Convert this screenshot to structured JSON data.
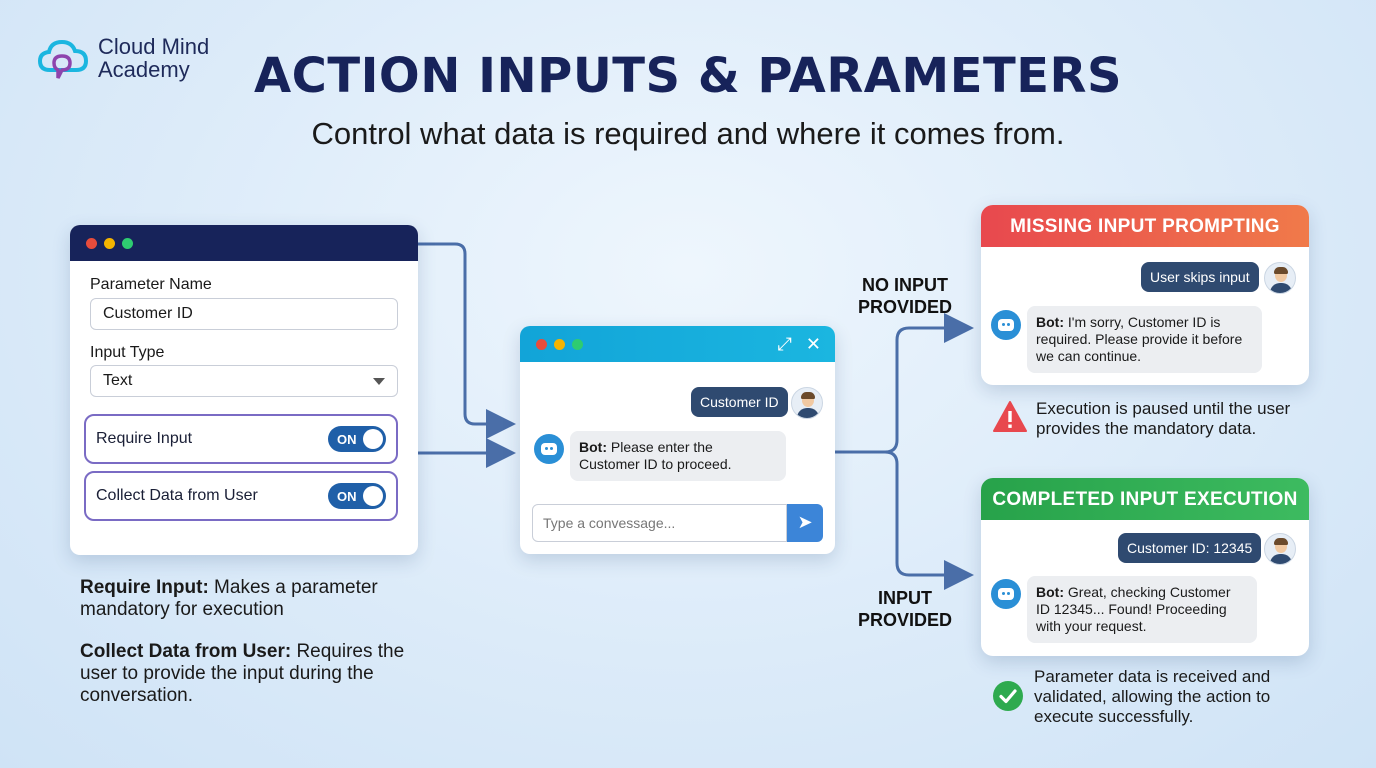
{
  "logo": {
    "line1": "Cloud Mind",
    "line2": "Academy"
  },
  "title": "ACTION INPUTS & PARAMETERS",
  "subtitle": "Control what data is required and where it comes from.",
  "param_panel": {
    "param_name_label": "Parameter Name",
    "param_name_value": "Customer ID",
    "input_type_label": "Input Type",
    "input_type_value": "Text",
    "require_input_label": "Require Input",
    "require_input_state": "ON",
    "collect_data_label": "Collect Data from User",
    "collect_data_state": "ON"
  },
  "descriptions": {
    "require_title": "Require Input:",
    "require_text": " Makes a parameter mandatory for execution",
    "collect_title": "Collect Data from User:",
    "collect_text": " Requires the user to provide the input during the conversation."
  },
  "chat": {
    "user_message": "Customer ID",
    "bot_prefix": "Bot:",
    "bot_message": " Please enter the Customer ID to proceed.",
    "input_placeholder": "Type a convessage..."
  },
  "flow_labels": {
    "no_input": "NO INPUT PROVIDED",
    "input": "INPUT PROVIDED"
  },
  "missing_card": {
    "title": "MISSING INPUT PROMPTING",
    "user_message": "User skips input",
    "bot_prefix": "Bot:",
    "bot_message": " I'm sorry, Customer ID is required. Please provide it before we can continue.",
    "note": "Execution is paused until the user provides the mandatory data."
  },
  "completed_card": {
    "title": "COMPLETED INPUT EXECUTION",
    "user_message": "Customer ID: 12345",
    "bot_prefix": "Bot:",
    "bot_message": " Great, checking Customer ID 12345... Found! Proceeding with your request.",
    "note": "Parameter data is received and validated, allowing the action to execute successfully."
  },
  "colors": {
    "navy": "#17235a",
    "chat_header": "#12a4d8",
    "toggle_on": "#1f5fa8",
    "missing_header": "#e8484e",
    "completed_header": "#27a24a",
    "arrow": "#4a6ea8"
  }
}
